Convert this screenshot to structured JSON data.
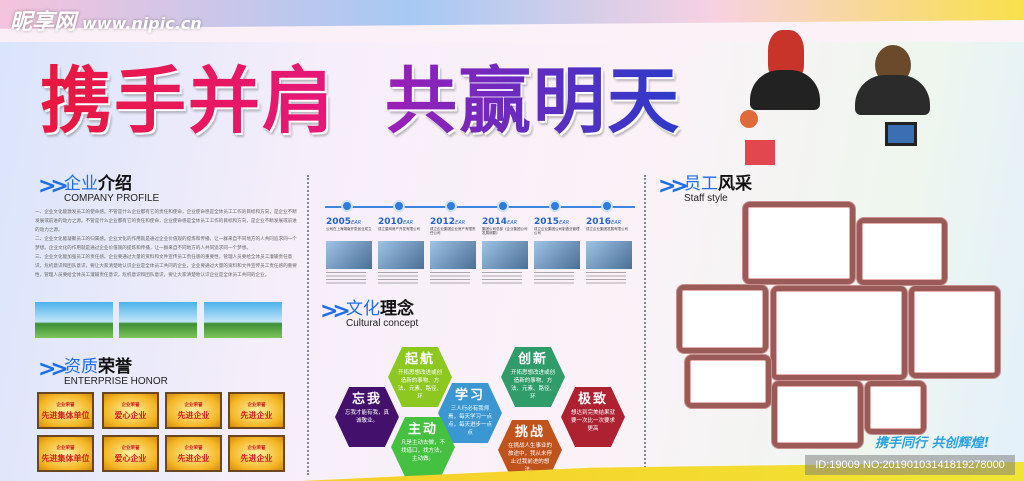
{
  "title": {
    "part1": "携手并肩",
    "part2": "共赢明天"
  },
  "colors": {
    "accent_blue": "#1c6fe8",
    "title_red": "#e8183e",
    "title_purple": "#9b1fb6",
    "frame": "#9a5a57"
  },
  "company": {
    "cn_blue": "企业",
    "cn_black": "介绍",
    "en": "COMPANY PROFILE",
    "paragraphs": [
      "一、企业文化能激发员工的使命感。不管是什么企业都有它的责任和使命，企业使命感是全体员工工作的目标和方向，是企业不断发展或前进的动力之源。不管是什么企业都有它的责任和使命，企业使命感是全体员工工作的目标和方向，是企业不断发展或前进的动力之源。",
      "二、企业文化能凝聚员工的归属感。企业文化的作用就是通过企业价值观的提炼和传播，让一群来自不同地方的人共同追求同一个梦想。企业文化的作用就是通过企业价值观的提炼和传播，让一群来自不同地方的人共同追求同一个梦想。",
      "三、企业文化能加强员工的责任感。企业要通过大量的资料和文件宣传员工责任感的重要性，管理人员要给全体员工灌输责任意识，危机意识和团队意识，要让大家清楚地认识企业是全体员工共同的企业。企业要通过大量的资料和文件宣传员工责任感的重要性，管理人员要给全体员工灌输责任意识，危机意识和团队意识，要让大家清楚地认识企业是全体员工共同的企业。"
    ]
  },
  "honor": {
    "cn_blue": "资质",
    "cn_black": "荣誉",
    "en": "ENTERPRISE HONOR",
    "plaques": [
      {
        "small": "企业荣誉",
        "main": "先进集体单位"
      },
      {
        "small": "企业荣誉",
        "main": "爱心企业"
      },
      {
        "small": "企业荣誉",
        "main": "先进企业"
      },
      {
        "small": "企业荣誉",
        "main": "先进企业"
      },
      {
        "small": "企业荣誉",
        "main": "先进集体单位"
      },
      {
        "small": "企业荣誉",
        "main": "爱心企业"
      },
      {
        "small": "企业荣誉",
        "main": "先进企业"
      },
      {
        "small": "企业荣誉",
        "main": "先进企业"
      }
    ]
  },
  "timeline": [
    {
      "year": "2005",
      "suffix": "EAR",
      "desc": "公司在上海湖南开张创业成立"
    },
    {
      "year": "2010",
      "suffix": "EAR",
      "desc": "成立星网房产开发有限公司"
    },
    {
      "year": "2012",
      "suffix": "EAR",
      "desc": "成立企业集团企业房产有限责任公司"
    },
    {
      "year": "2014",
      "suffix": "EAR",
      "desc": "集团公司总部《企业集团公司发展纲要》"
    },
    {
      "year": "2015",
      "suffix": "EAR",
      "desc": "成立企业集团公司制造业管理公司"
    },
    {
      "year": "2016",
      "suffix": "EAR",
      "desc": "成立企业集团发展有限公司"
    }
  ],
  "culture": {
    "cn_blue": "文化",
    "cn_black": "理念",
    "en": "Cultural concept",
    "hexes": [
      {
        "title": "起航",
        "desc": "开拓思想改进或创造新的事物、方法、元素、路径、环",
        "color": "#8cc820"
      },
      {
        "title": "创新",
        "desc": "开拓思想改进或创造新的事物、方法、元素、路径、环",
        "color": "#2f9c6a"
      },
      {
        "title": "忘我",
        "desc": "忘我才能有我，真诚敬业。",
        "color": "#43106b"
      },
      {
        "title": "学习",
        "desc": "三人行必有我师焉，每天学习一点点，每天进步一点点",
        "color": "#3a97d2"
      },
      {
        "title": "主动",
        "desc": "凡是主动去做，不找借口，找方法，主动做。",
        "color": "#44c140"
      },
      {
        "title": "挑战",
        "desc": "在挑战人生事业的旅途中，我从未停止过我前进的想法。",
        "color": "#c0521c"
      },
      {
        "title": "极致",
        "desc": "想达到完美结果就要一次比一次要求更高",
        "color": "#ad2131"
      }
    ]
  },
  "staff": {
    "cn_blue": "员工",
    "cn_black": "风采",
    "en": "Staff style"
  },
  "slogan": "携手同行  共创辉煌!",
  "watermark": {
    "site": "昵享网",
    "url": "www.nipic.cn",
    "id": "ID:19009 NO:20190103141819278000"
  }
}
